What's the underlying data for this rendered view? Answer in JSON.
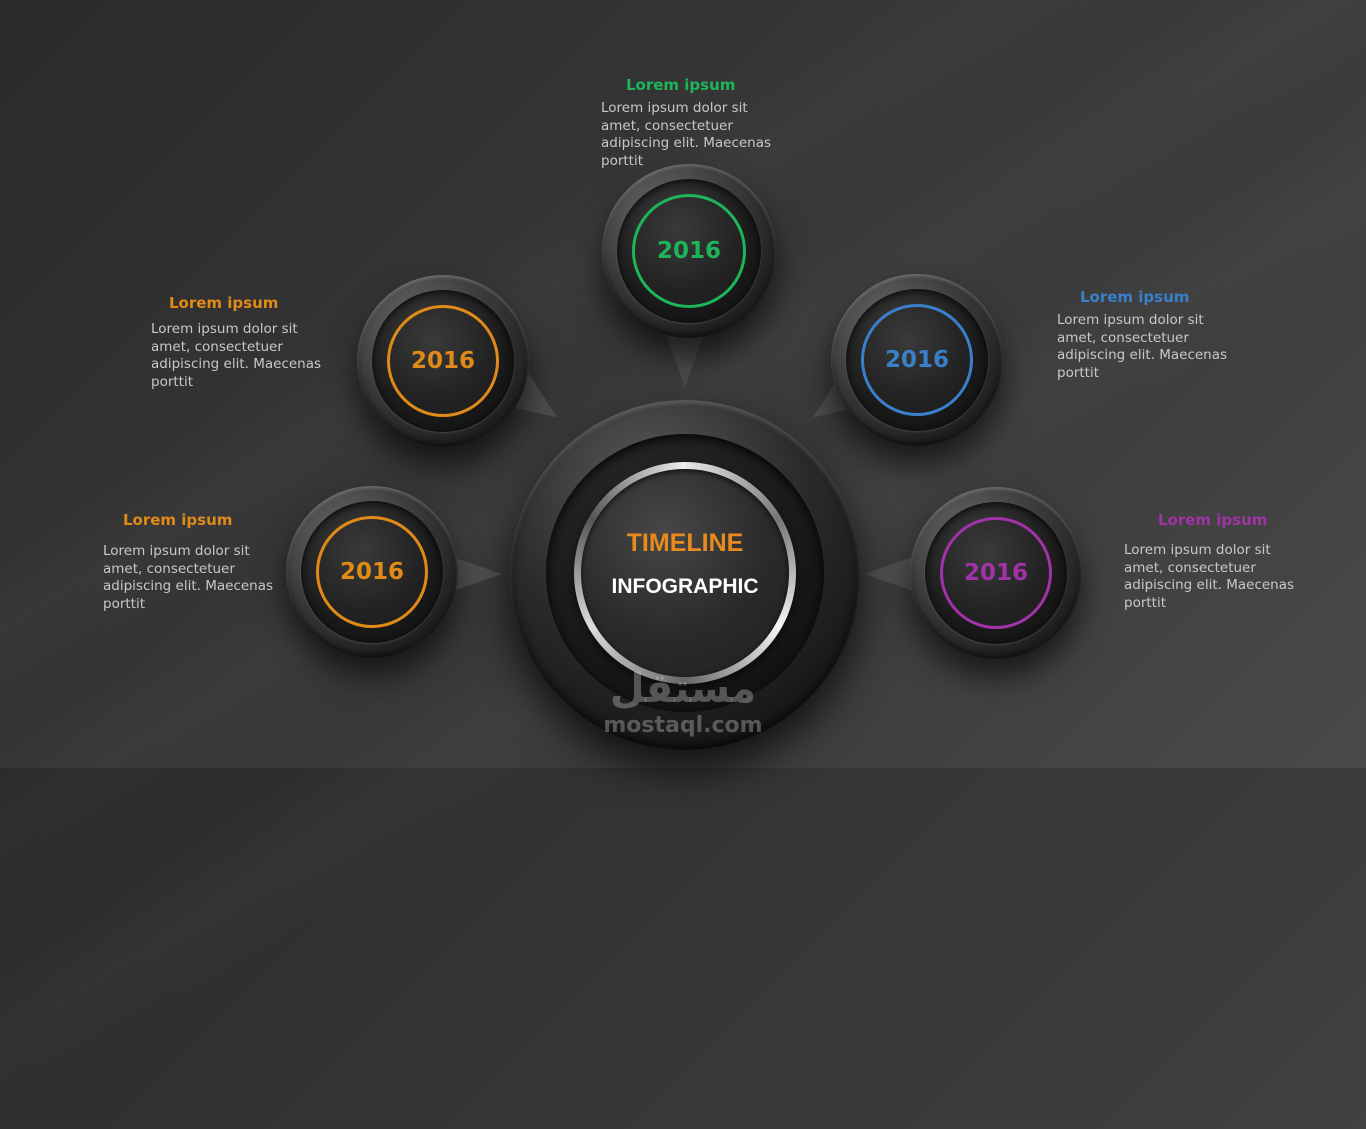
{
  "colors": {
    "green": "#1db45a",
    "orange": "#e08a17",
    "blue": "#3a7fc9",
    "purple": "#a232a8",
    "white": "#ffffff"
  },
  "center": {
    "title": "TIMELINE",
    "subtitle": "INFOGRAPHIC"
  },
  "nodes": [
    {
      "year": "2016",
      "title": "Lorem ipsum",
      "text": "Lorem ipsum dolor sit amet, consectetuer adipiscing elit. Maecenas porttit"
    },
    {
      "year": "2016",
      "title": "Lorem ipsum",
      "text": "Lorem ipsum dolor sit amet, consectetuer adipiscing elit. Maecenas porttit"
    },
    {
      "year": "2016",
      "title": "Lorem ipsum",
      "text": "Lorem ipsum dolor sit amet, consectetuer adipiscing elit. Maecenas porttit"
    },
    {
      "year": "2016",
      "title": "Lorem ipsum",
      "text": "Lorem ipsum dolor sit amet, consectetuer adipiscing elit. Maecenas porttit"
    },
    {
      "year": "2016",
      "title": "Lorem ipsum",
      "text": "Lorem ipsum dolor sit amet, consectetuer adipiscing elit. Maecenas porttit"
    }
  ],
  "watermark": {
    "arabic": "مستقل",
    "latin": "mostaql.com"
  }
}
